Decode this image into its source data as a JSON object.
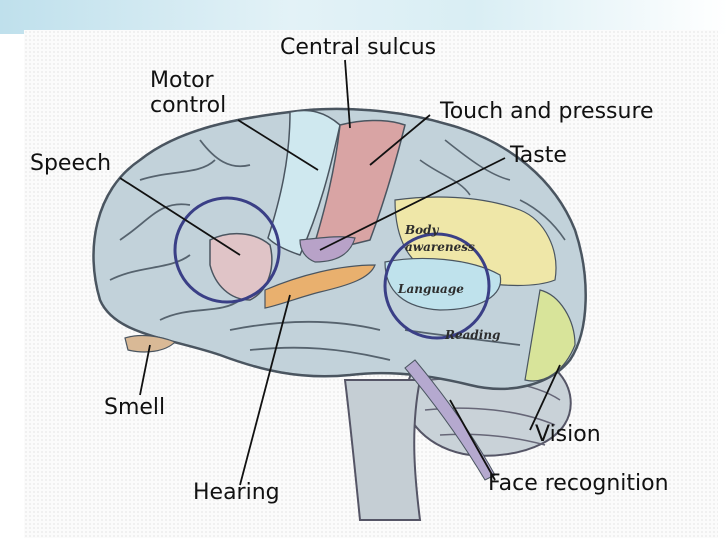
{
  "slide": {
    "accent_color": "#bfe0ec",
    "circle_color": "#3a3f86"
  },
  "labels": {
    "central_sulcus": "Central sulcus",
    "motor_control": "Motor\ncontrol",
    "touch_and_pressure": "Touch and pressure",
    "taste": "Taste",
    "speech": "Speech",
    "smell": "Smell",
    "hearing": "Hearing",
    "vision": "Vision",
    "face_recognition": "Face recognition"
  },
  "brain_labels": {
    "body_awareness": "Body\nawareness",
    "language": "Language",
    "reading": "Reading"
  }
}
